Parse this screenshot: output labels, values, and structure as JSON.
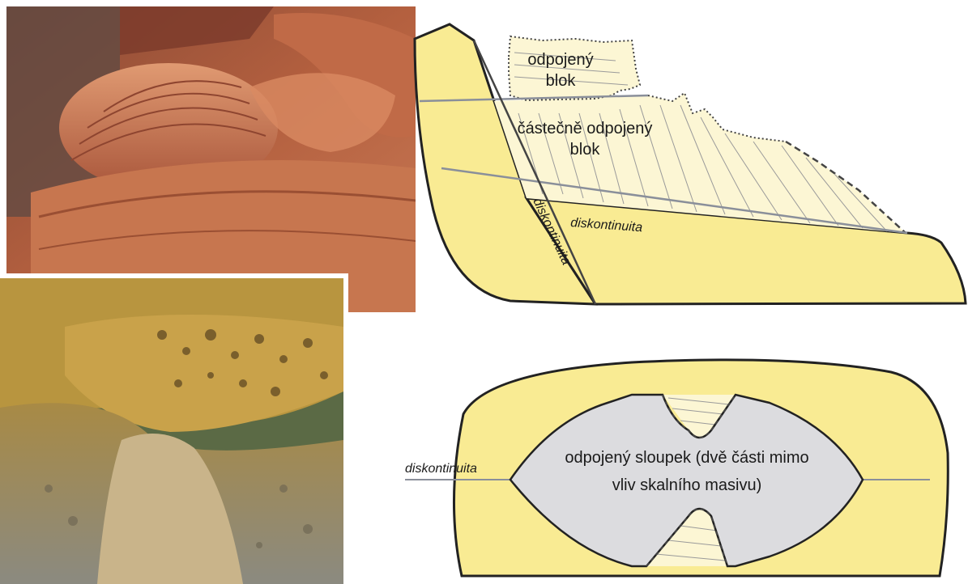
{
  "photos": {
    "top": {
      "alt": "Red sandstone rock formation with detached rounded block"
    },
    "bottom": {
      "alt": "Honeycomb-weathered sandstone pillar with overhanging block"
    }
  },
  "diagram_top": {
    "label_detached_block_line1": "odpojený",
    "label_detached_block_line2": "blok",
    "label_partial_block_line1": "částečně odpojený",
    "label_partial_block_line2": "blok",
    "label_discontinuity_horizontal": "diskontinuita",
    "label_discontinuity_diagonal": "diskontinuita",
    "colors": {
      "rock": "#f9eb93",
      "detached": "#fcf6d4",
      "outline": "#222222",
      "joint": "#8a8f9a"
    }
  },
  "diagram_bottom": {
    "label_pillar_line1": "odpojený sloupek (dvě části mimo",
    "label_pillar_line2": "vliv skalního masivu)",
    "label_discontinuity": "diskontinuita",
    "colors": {
      "rock": "#f9eb93",
      "pillar": "#dcdcdf",
      "detached": "#fcf6d4",
      "outline": "#222222",
      "joint": "#8a8f9a"
    }
  }
}
